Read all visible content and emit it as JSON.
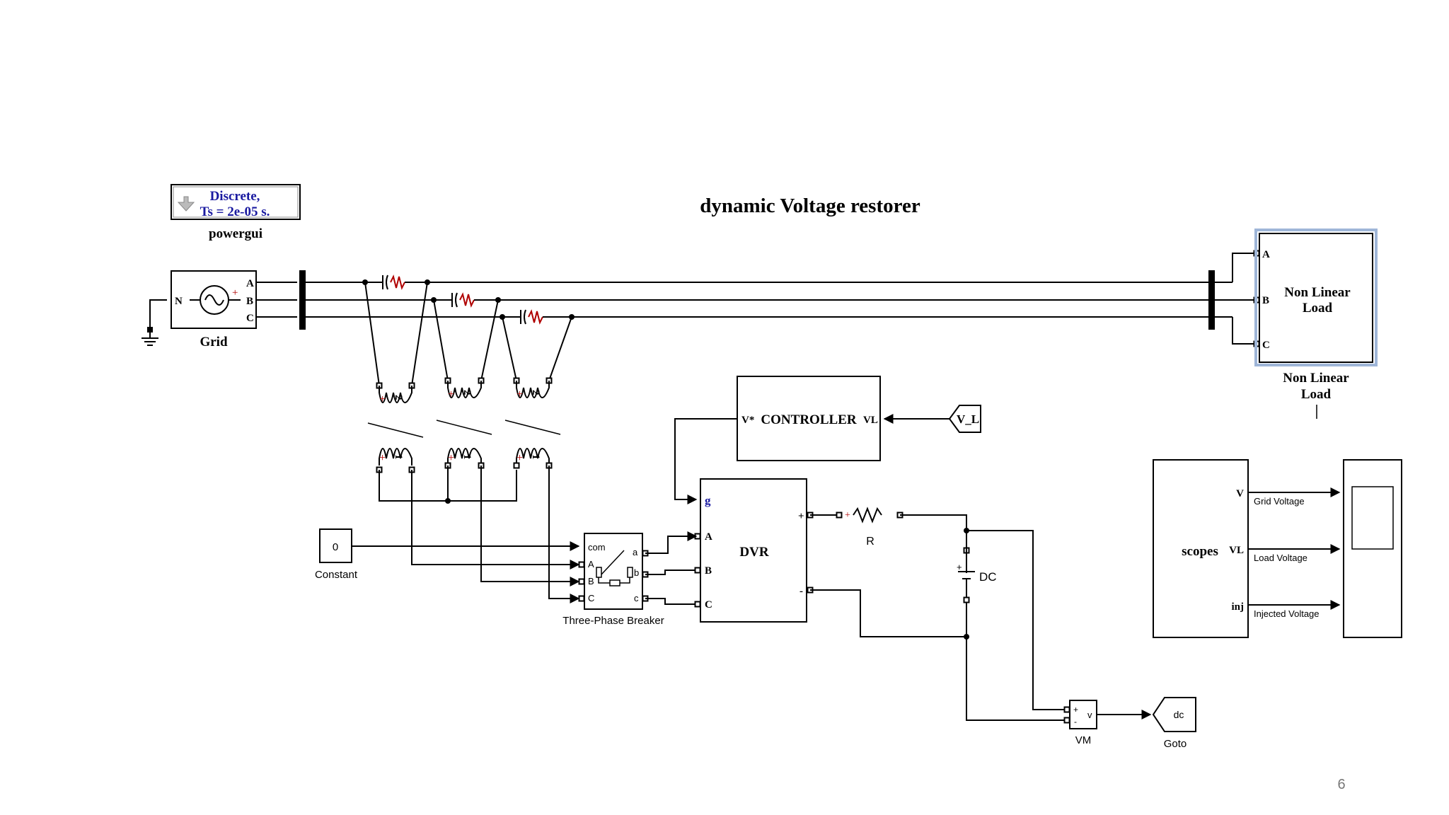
{
  "title": "dynamic Voltage restorer",
  "powergui": {
    "line1": "Discrete,",
    "line2": "Ts = 2e-05 s.",
    "label": "powergui",
    "text_color": "#1a1aa0"
  },
  "grid": {
    "label": "Grid",
    "port_n": "N",
    "port_a": "A",
    "port_b": "B",
    "port_c": "C"
  },
  "transformers": {
    "winding1": "1",
    "winding2": "2"
  },
  "controller": {
    "label": "CONTROLLER",
    "in_port": "V*",
    "out_port": "VL"
  },
  "goto_vl": {
    "tag": "V_L"
  },
  "constant": {
    "value": "0",
    "label": "Constant"
  },
  "breaker": {
    "label": "Three-Phase Breaker",
    "com": "com",
    "in_a": "A",
    "in_b": "B",
    "in_c": "C",
    "out_a": "a",
    "out_b": "b",
    "out_c": "c"
  },
  "dvr": {
    "label": "DVR",
    "port_g": "g",
    "port_a": "A",
    "port_b": "B",
    "port_c": "C",
    "plus": "+",
    "minus": "-",
    "g_color": "#1a1aa0"
  },
  "resistor": {
    "label": "R"
  },
  "dc_source": {
    "label": "DC",
    "plus": "+"
  },
  "vm": {
    "label": "VM",
    "plus": "+",
    "minus": "-",
    "out": "v"
  },
  "goto_dc": {
    "tag": "dc",
    "label": "Goto"
  },
  "load": {
    "line1": "Non Linear",
    "line2": "Load",
    "caption1": "Non Linear",
    "caption2": "Load",
    "port_a": "A",
    "port_b": "B",
    "port_c": "C",
    "highlight": "#9fb6d8"
  },
  "scopes": {
    "label": "scopes",
    "port_v": "V",
    "port_vl": "VL",
    "port_inj": "inj",
    "sig_v": "Grid Voltage",
    "sig_vl": "Load Voltage",
    "sig_inj": "Injected Voltage"
  },
  "page_number": "6",
  "colors": {
    "grid_plus": "#b00000",
    "capacitor_red": "#b00000",
    "page_number": "#777777"
  }
}
